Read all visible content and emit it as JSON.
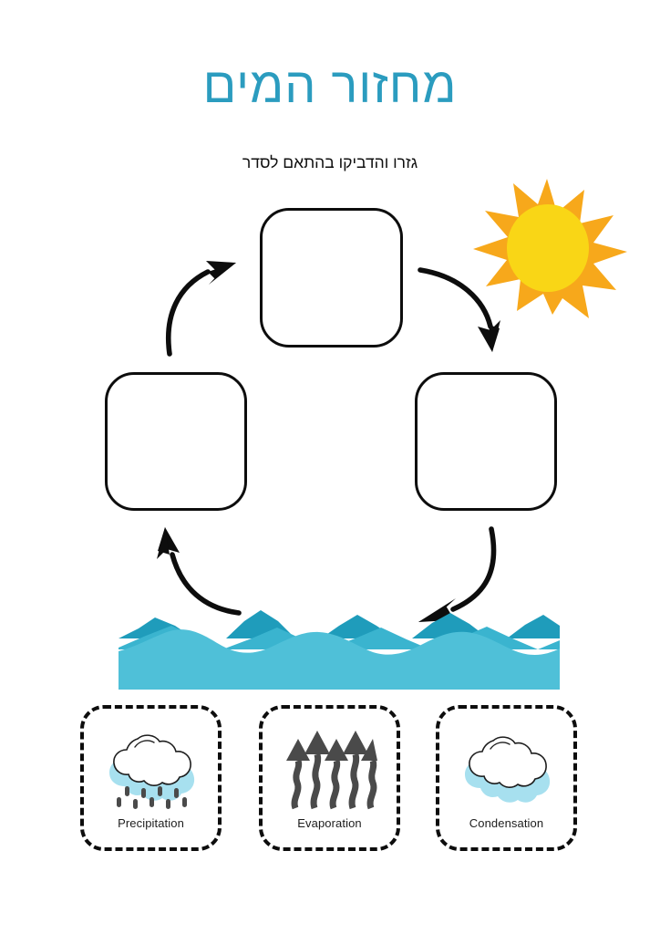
{
  "header": {
    "title": "מחזור המים",
    "title_color": "#2b9cbf",
    "subtitle": "גזרו והדביקו בהתאם לסדר",
    "subtitle_color": "#101010"
  },
  "diagram": {
    "name": "water-cycle-diagram",
    "boxes": [
      {
        "id": "box-top",
        "label": "",
        "position": "top"
      },
      {
        "id": "box-left",
        "label": "",
        "position": "left"
      },
      {
        "id": "box-right",
        "label": "",
        "position": "right"
      }
    ],
    "arrows": [
      {
        "id": "arrow-left-to-top",
        "from": "box-left",
        "to": "box-top",
        "direction": "up-right"
      },
      {
        "id": "arrow-top-to-right",
        "from": "box-top",
        "to": "box-right",
        "direction": "down-right"
      },
      {
        "id": "arrow-right-to-water",
        "from": "box-right",
        "to": "water",
        "direction": "down-left"
      },
      {
        "id": "arrow-water-to-left",
        "from": "water",
        "to": "box-left",
        "direction": "up-left"
      }
    ],
    "sun": {
      "name": "sun-icon",
      "ray_color": "#f7a81b",
      "core_color": "#f9d616"
    },
    "water": {
      "name": "water-body",
      "front_color": "#4fc0d8",
      "back_color": "#1f9cbb",
      "mid_color": "#3ab4cf"
    }
  },
  "cards": [
    {
      "id": "card-precipitation",
      "label": "Precipitation",
      "icon": "rain-cloud-icon",
      "cloud_fill": "#ffffff",
      "cloud_accent": "#a7e0ef",
      "drop_color": "#4a4a4a"
    },
    {
      "id": "card-evaporation",
      "label": "Evaporation",
      "icon": "up-arrows-icon",
      "arrow_color": "#4a4a4a",
      "arrow_count": 5
    },
    {
      "id": "card-condensation",
      "label": "Condensation",
      "icon": "cloud-icon",
      "cloud_fill": "#ffffff",
      "cloud_accent": "#a7e0ef"
    }
  ]
}
